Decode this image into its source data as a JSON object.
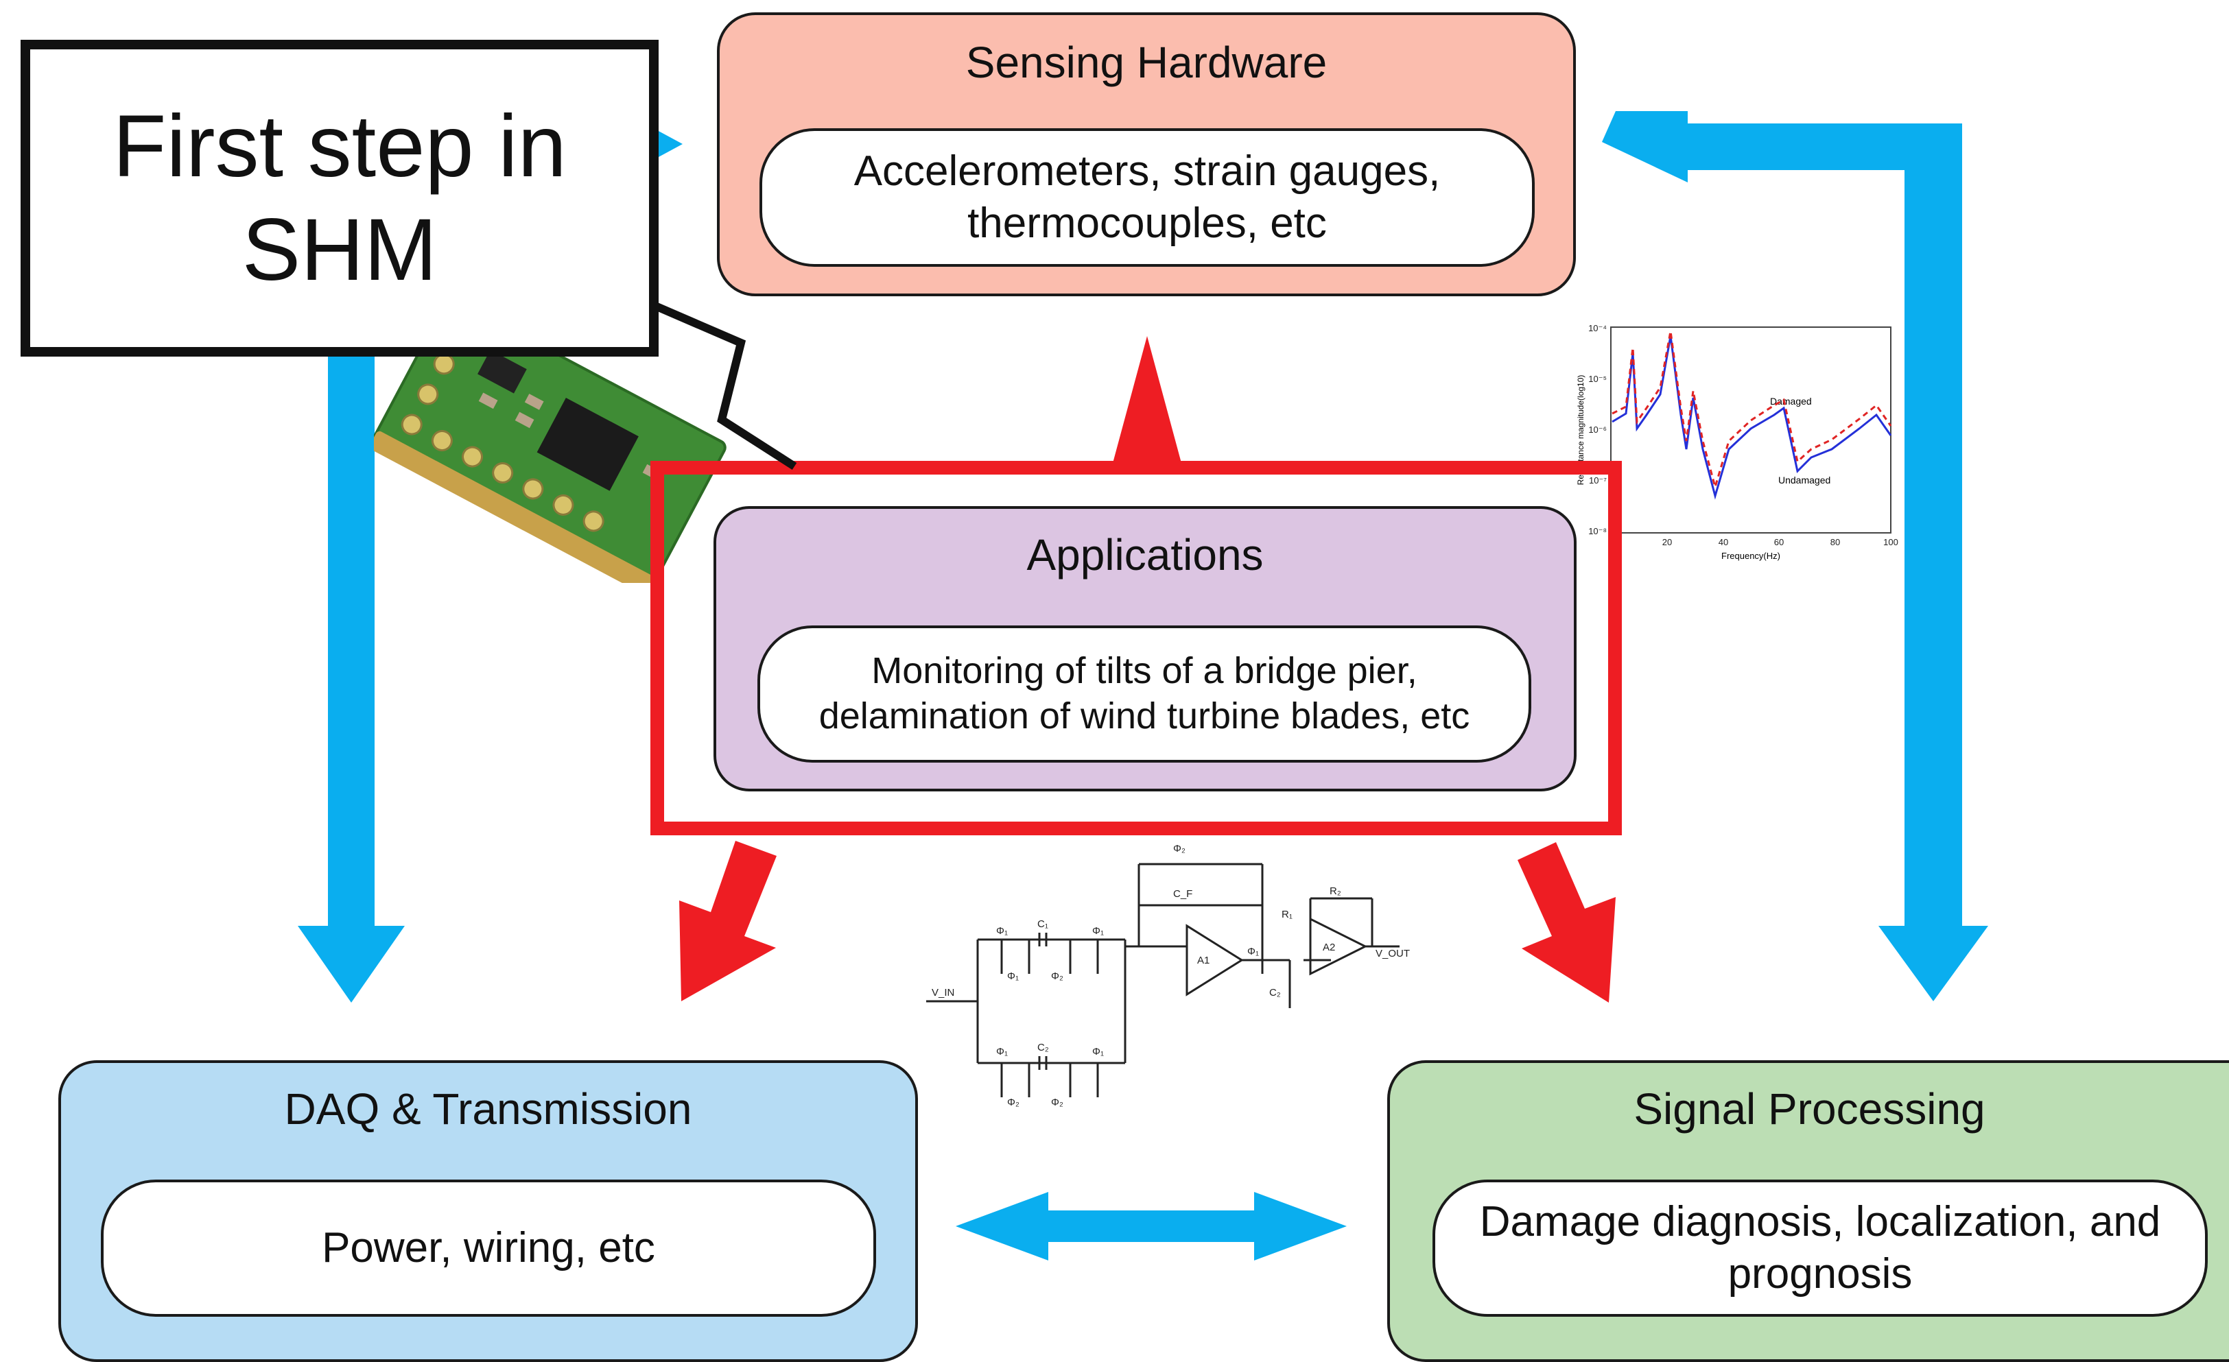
{
  "callout": {
    "text": "First step in\nSHM"
  },
  "sensing": {
    "title": "Sensing Hardware",
    "detail": "Accelerometers, strain gauges,\nthermocouples, etc",
    "color": "#fbbdae"
  },
  "applications": {
    "title": "Applications",
    "detail": "Monitoring of tilts of a bridge pier,\ndelamination of wind turbine blades, etc",
    "color": "#dcc5e2",
    "highlight_color": "#ee1d23"
  },
  "daq": {
    "title": "DAQ & Transmission",
    "detail": "Power, wiring, etc",
    "color": "#b6dcf4"
  },
  "signal": {
    "title": "Signal Processing",
    "detail": "Damage diagnosis, localization, and\nprognosis",
    "color": "#bcdeb4"
  },
  "arrows": {
    "blue": "#0aaeef",
    "red": "#ee1d23"
  },
  "plot": {
    "legend_damaged": "Damaged",
    "legend_undamaged": "Undamaged",
    "xlabel": "Frequency(Hz)",
    "ylabel": "Receptance magnitude(log10)",
    "xticks": [
      "20",
      "40",
      "60",
      "80",
      "100"
    ],
    "yticks": [
      "10⁻⁴",
      "10⁻⁵",
      "10⁻⁶",
      "10⁻⁷",
      "10⁻⁸"
    ]
  },
  "circuit": {
    "labels": [
      "Φ₂",
      "C_F",
      "Φ₁",
      "C₁",
      "Φ₁",
      "Φ₁",
      "Φ₂",
      "A1",
      "Φ₁",
      "R₁",
      "R₂",
      "A2",
      "V_OUT",
      "C₂",
      "V_IN",
      "Φ₁",
      "C₂",
      "Φ₁",
      "Φ₂",
      "Φ₂"
    ]
  },
  "pcb_image": {
    "icon": "accelerometer-pcb-icon"
  }
}
